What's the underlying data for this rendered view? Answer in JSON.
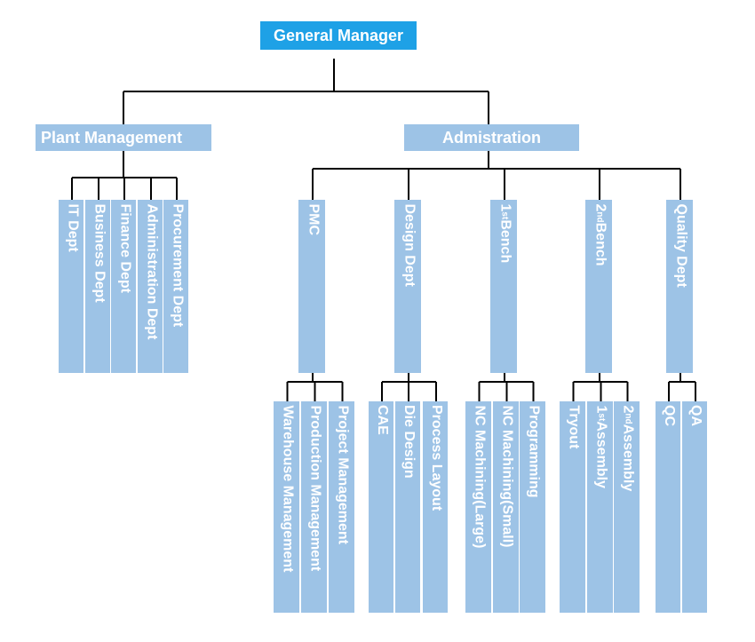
{
  "root": {
    "label": "General Manager"
  },
  "plant": {
    "label": "Plant Management",
    "depts": [
      "IT Dept",
      "Business Dept",
      "Finance Dept",
      "Administration Dept",
      "Procurement Dept"
    ]
  },
  "admin": {
    "label": "Admistration",
    "groups": [
      {
        "label": "PMC",
        "children": [
          "Warehouse Management",
          "Production Management",
          "Project Management"
        ]
      },
      {
        "label": "Design Dept",
        "children": [
          "CAE",
          "Die Design",
          "Process Layout"
        ]
      },
      {
        "label": "1st Bench",
        "children": [
          "NC Machining(Large)",
          "NC Machining(Small)",
          "Programming"
        ]
      },
      {
        "label": "2nd Bench",
        "children": [
          "Tryout",
          "1st Assembly",
          "2nd Assembly"
        ]
      },
      {
        "label": "Quality Dept",
        "children": [
          "QC",
          "QA"
        ]
      }
    ]
  },
  "colors": {
    "root_fill": "#1ea1e6",
    "box_fill": "#9dc3e6",
    "line": "#000000",
    "text": "#ffffff"
  }
}
